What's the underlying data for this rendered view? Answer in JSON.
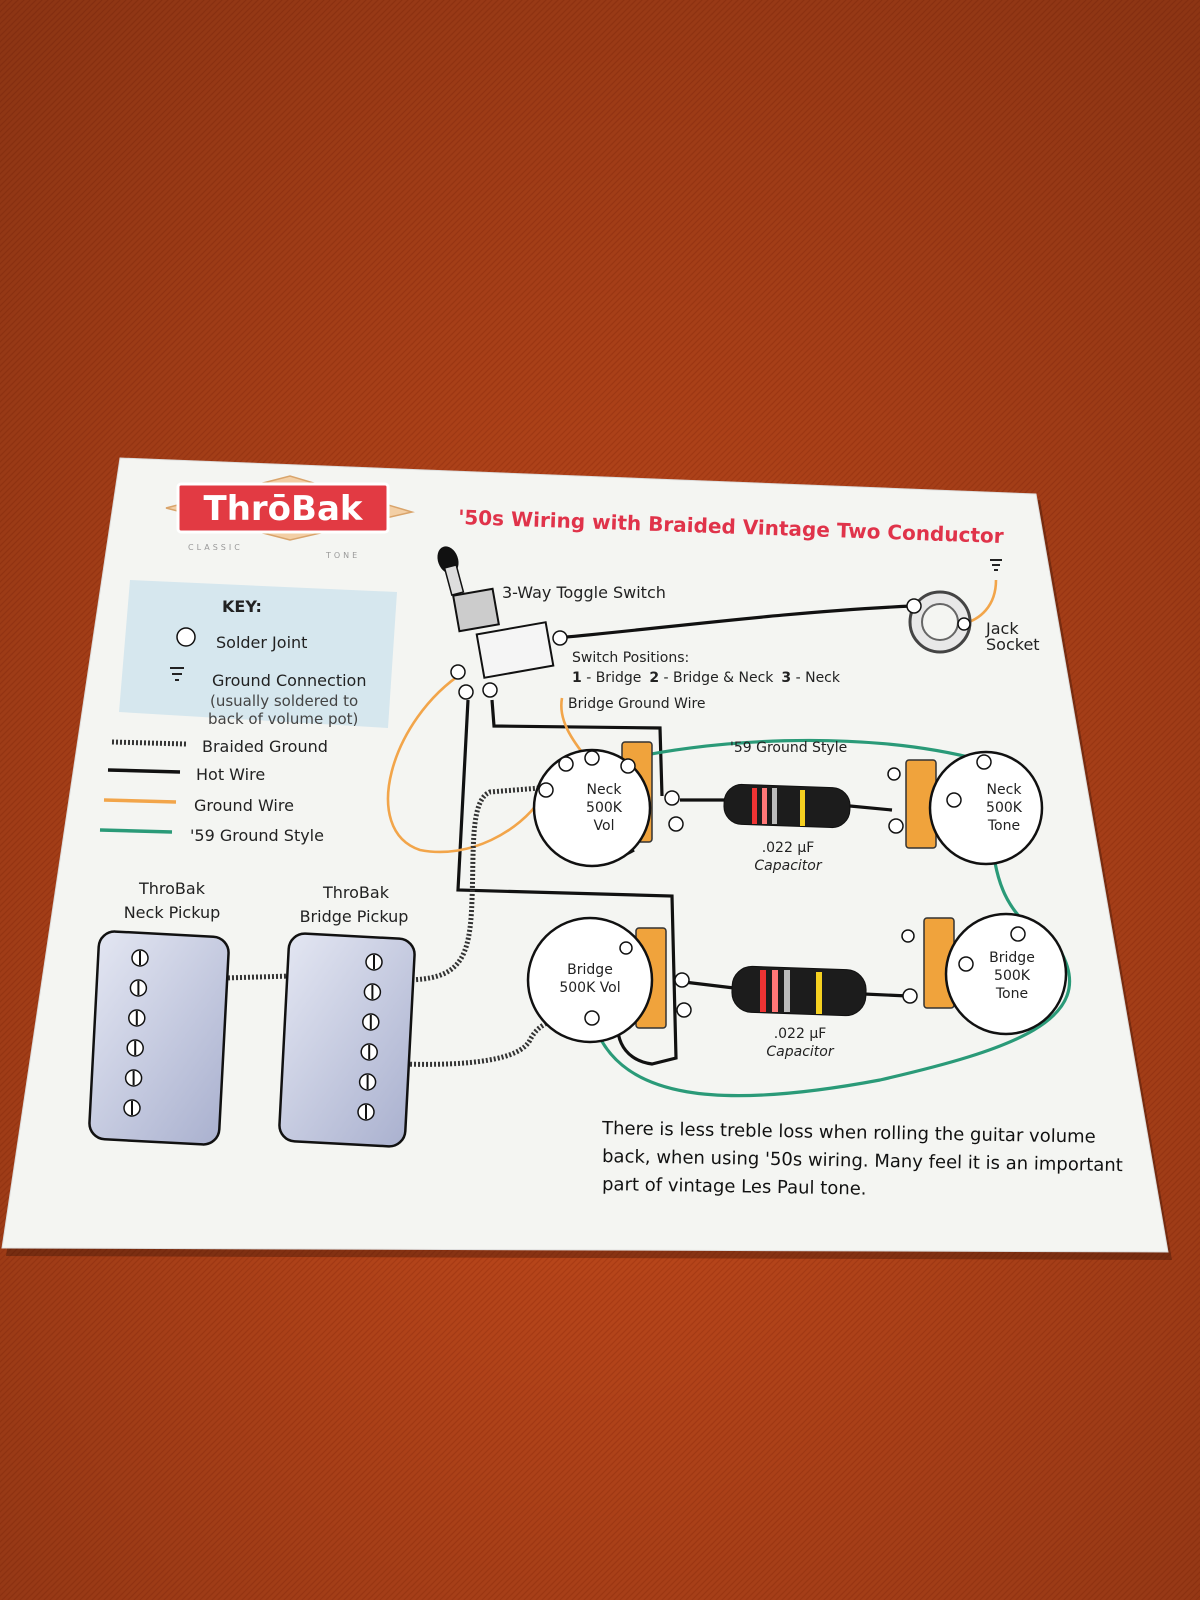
{
  "card": {
    "brand": "ThrōBak",
    "brand_sub_left": "CLASSIC",
    "brand_sub_right": "TONE",
    "title": "'50s Wiring with Braided Vintage Two Conductor"
  },
  "key": {
    "heading": "KEY:",
    "solder_joint": "Solder Joint",
    "ground_connection": "Ground Connection",
    "ground_note_1": "(usually soldered to",
    "ground_note_2": "back of volume pot)",
    "braided_ground": "Braided Ground",
    "hot_wire": "Hot Wire",
    "ground_wire": "Ground Wire",
    "ground_59": "'59 Ground Style"
  },
  "components": {
    "toggle": "3-Way Toggle Switch",
    "jack_1": "Jack",
    "jack_2": "Socket",
    "switch_positions": "Switch Positions:",
    "pos_1_num": "1",
    "pos_1": " - Bridge",
    "pos_2_num": "2",
    "pos_2": " - Bridge & Neck",
    "pos_3_num": "3",
    "pos_3": " - Neck",
    "bridge_ground_wire": "Bridge Ground Wire",
    "ground_59_label": "'59 Ground Style",
    "neck_vol": [
      "Neck",
      "500K",
      "Vol"
    ],
    "neck_tone": [
      "Neck",
      "500K",
      "Tone"
    ],
    "bridge_vol": [
      "Bridge",
      "500K Vol"
    ],
    "bridge_tone": [
      "Bridge",
      "500K",
      "Tone"
    ],
    "cap_value": ".022 µF",
    "cap_label": "Capacitor",
    "neck_pickup": [
      "ThroBak",
      "Neck Pickup"
    ],
    "bridge_pickup": [
      "ThroBak",
      "Bridge Pickup"
    ]
  },
  "note": {
    "line1": "There is less treble loss when rolling the guitar volume",
    "line2": "back, when using '50s wiring. Many feel it is an important",
    "line3": "part of vintage Les Paul tone."
  },
  "colors": {
    "background": "#c2461a",
    "card": "#f4f5f2",
    "title": "#e0334a",
    "hot_wire": "#111111",
    "ground_wire": "#f2a54a",
    "ground_59": "#2a9a78",
    "key_panel": "#d6e7ee"
  },
  "icons": [
    "solder-joint-icon",
    "ground-connection-icon",
    "braided-ground-icon",
    "capacitor-icon",
    "toggle-switch-icon",
    "jack-socket-icon"
  ]
}
